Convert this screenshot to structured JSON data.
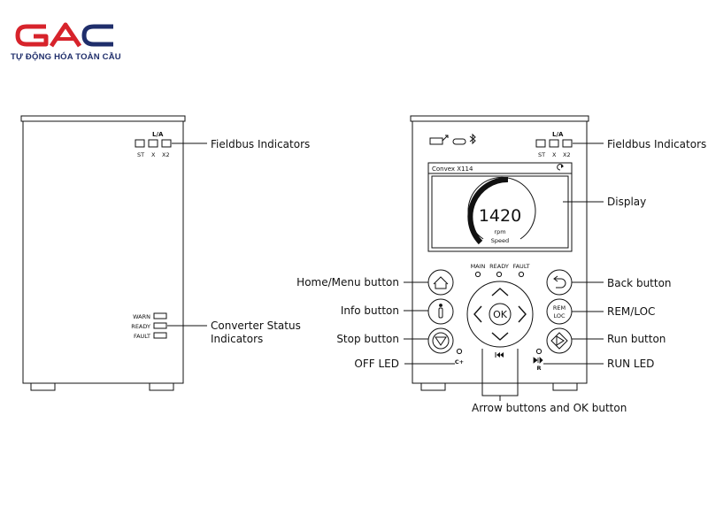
{
  "brand": {
    "logo_text": "GAC",
    "tagline": "TỰ ĐỘNG HÓA TOÀN CẦU",
    "colors": {
      "red": "#d7232b",
      "navy": "#1f2e6b"
    }
  },
  "left_unit": {
    "la_label": "L/A",
    "fieldbus_leds": [
      "ST",
      "X",
      "X2"
    ],
    "status_leds": [
      "WARN",
      "READY",
      "FAULT"
    ]
  },
  "right_unit": {
    "la_label": "L/A",
    "fieldbus_leds": [
      "ST",
      "X",
      "X2"
    ],
    "display": {
      "title": "Convex X114",
      "value": "1420",
      "unit": "rpm",
      "caption": "Speed"
    },
    "status_led_labels": [
      "MAIN",
      "READY",
      "FAULT"
    ],
    "ok_label": "OK",
    "remloc_top": "REM",
    "remloc_bottom": "LOC",
    "off_led_symbol": "C+",
    "run_led_symbol": "R"
  },
  "callouts": {
    "fieldbus_left": "Fieldbus Indicators",
    "converter_status_line1": "Converter Status",
    "converter_status_line2": "Indicators",
    "fieldbus_right": "Fieldbus Indicators",
    "display": "Display",
    "home_menu": "Home/Menu button",
    "info": "Info button",
    "stop": "Stop button",
    "off_led": "OFF LED",
    "back": "Back button",
    "remloc": "REM/LOC",
    "run": "Run button",
    "run_led": "RUN LED",
    "arrows_ok": "Arrow buttons and OK button"
  }
}
